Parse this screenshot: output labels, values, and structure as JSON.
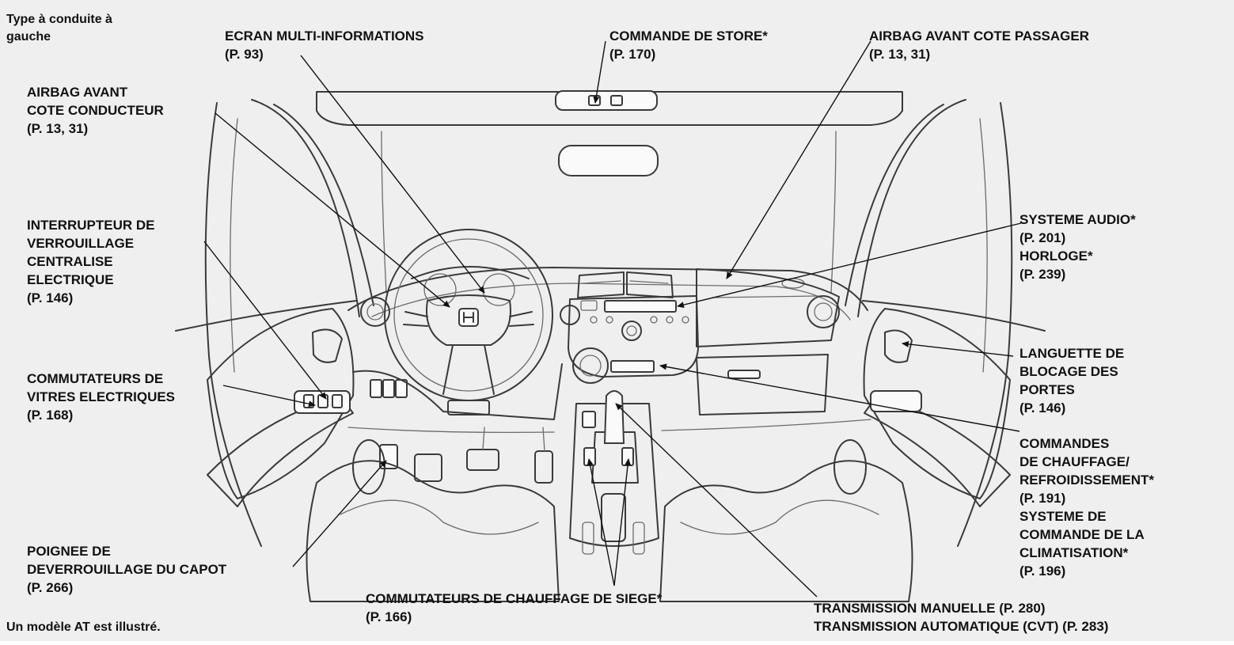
{
  "notes": {
    "drive_side": [
      "Type à conduite à",
      "gauche"
    ],
    "model_shown": "Un modèle AT est illustré."
  },
  "callouts": {
    "driver_airbag": [
      "AIRBAG AVANT",
      "COTE CONDUCTEUR",
      "(P. 13, 31)"
    ],
    "multi_info_display": [
      "ECRAN MULTI-INFORMATIONS",
      "(P. 93)"
    ],
    "sunshade_control": [
      "COMMANDE DE STORE*",
      "(P. 170)"
    ],
    "passenger_airbag": [
      "AIRBAG AVANT COTE PASSAGER",
      "(P. 13, 31)"
    ],
    "power_door_lock_switch": [
      "INTERRUPTEUR DE",
      "VERROUILLAGE",
      "CENTRALISE",
      "ELECTRIQUE",
      "(P. 146)"
    ],
    "audio_clock": [
      "SYSTEME AUDIO*",
      "(P. 201)",
      "HORLOGE*",
      "(P. 239)"
    ],
    "door_lock_tab": [
      "LANGUETTE DE",
      "BLOCAGE DES",
      "PORTES",
      "(P. 146)"
    ],
    "power_window_switches": [
      "COMMUTATEURS DE",
      "VITRES ELECTRIQUES",
      "(P. 168)"
    ],
    "climate_controls": [
      "COMMANDES",
      "DE CHAUFFAGE/",
      "REFROIDISSEMENT*",
      "(P. 191)",
      "SYSTEME DE",
      "COMMANDE DE LA",
      "CLIMATISATION*",
      "(P. 196)"
    ],
    "hood_release": [
      "POIGNEE DE",
      "DEVERROUILLAGE DU CAPOT",
      "(P. 266)"
    ],
    "seat_heater_switches": [
      "COMMUTATEURS DE CHAUFFAGE DE SIEGE*",
      "(P. 166)"
    ],
    "transmission": [
      "TRANSMISSION MANUELLE (P. 280)",
      "TRANSMISSION AUTOMATIQUE (CVT) (P. 283)"
    ]
  }
}
